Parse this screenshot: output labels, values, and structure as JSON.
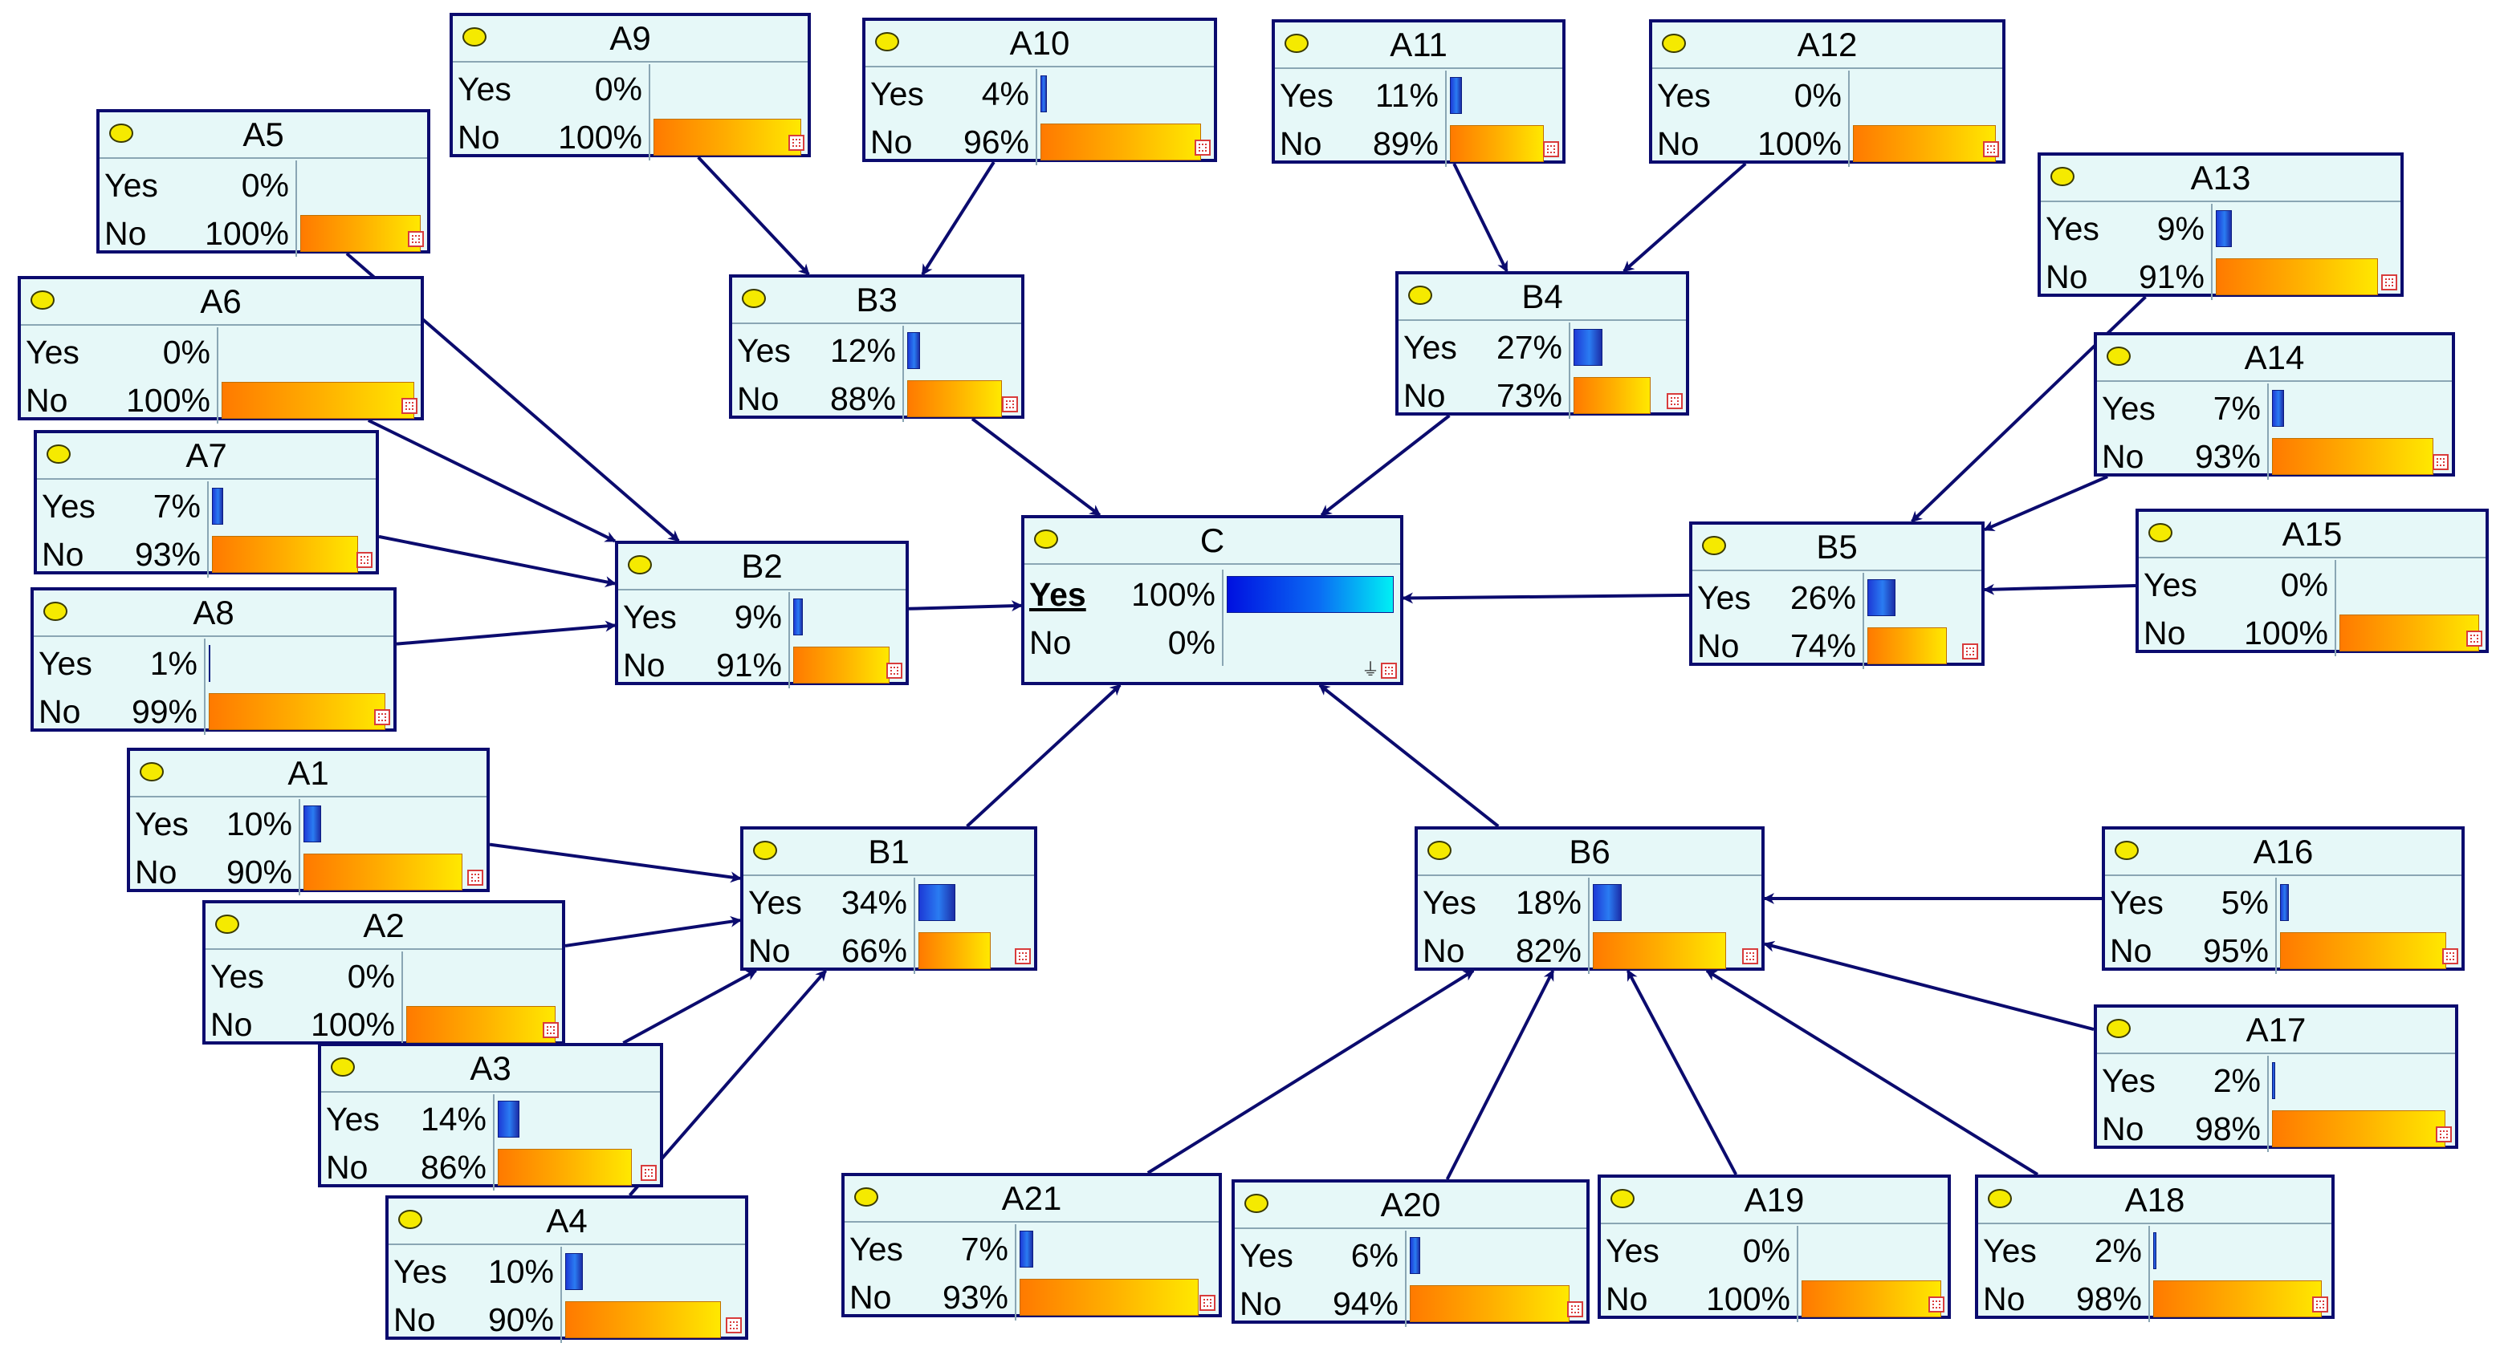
{
  "nodes": [
    {
      "id": "A1",
      "yes": "10%",
      "no": "90%",
      "yes_frac": 0.1,
      "no_frac": 0.9
    },
    {
      "id": "A2",
      "yes": "0%",
      "no": "100%",
      "yes_frac": 0.0,
      "no_frac": 1.0
    },
    {
      "id": "A3",
      "yes": "14%",
      "no": "86%",
      "yes_frac": 0.14,
      "no_frac": 0.86
    },
    {
      "id": "A4",
      "yes": "10%",
      "no": "90%",
      "yes_frac": 0.1,
      "no_frac": 0.9
    },
    {
      "id": "A5",
      "yes": "0%",
      "no": "100%",
      "yes_frac": 0.0,
      "no_frac": 1.0
    },
    {
      "id": "A6",
      "yes": "0%",
      "no": "100%",
      "yes_frac": 0.0,
      "no_frac": 1.0
    },
    {
      "id": "A7",
      "yes": "7%",
      "no": "93%",
      "yes_frac": 0.07,
      "no_frac": 0.93
    },
    {
      "id": "A8",
      "yes": "1%",
      "no": "99%",
      "yes_frac": 0.01,
      "no_frac": 0.99
    },
    {
      "id": "A9",
      "yes": "0%",
      "no": "100%",
      "yes_frac": 0.0,
      "no_frac": 1.0
    },
    {
      "id": "A10",
      "yes": "4%",
      "no": "96%",
      "yes_frac": 0.04,
      "no_frac": 0.96
    },
    {
      "id": "A11",
      "yes": "11%",
      "no": "89%",
      "yes_frac": 0.11,
      "no_frac": 0.89
    },
    {
      "id": "A12",
      "yes": "0%",
      "no": "100%",
      "yes_frac": 0.0,
      "no_frac": 1.0
    },
    {
      "id": "A13",
      "yes": "9%",
      "no": "91%",
      "yes_frac": 0.09,
      "no_frac": 0.91
    },
    {
      "id": "A14",
      "yes": "7%",
      "no": "93%",
      "yes_frac": 0.07,
      "no_frac": 0.93
    },
    {
      "id": "A15",
      "yes": "0%",
      "no": "100%",
      "yes_frac": 0.0,
      "no_frac": 1.0
    },
    {
      "id": "A16",
      "yes": "5%",
      "no": "95%",
      "yes_frac": 0.05,
      "no_frac": 0.95
    },
    {
      "id": "A17",
      "yes": "2%",
      "no": "98%",
      "yes_frac": 0.02,
      "no_frac": 0.98
    },
    {
      "id": "A18",
      "yes": "2%",
      "no": "98%",
      "yes_frac": 0.02,
      "no_frac": 0.98
    },
    {
      "id": "A19",
      "yes": "0%",
      "no": "100%",
      "yes_frac": 0.0,
      "no_frac": 1.0
    },
    {
      "id": "A20",
      "yes": "6%",
      "no": "94%",
      "yes_frac": 0.06,
      "no_frac": 0.94
    },
    {
      "id": "A21",
      "yes": "7%",
      "no": "93%",
      "yes_frac": 0.07,
      "no_frac": 0.93
    },
    {
      "id": "B1",
      "yes": "34%",
      "no": "66%",
      "yes_frac": 0.34,
      "no_frac": 0.66
    },
    {
      "id": "B2",
      "yes": "9%",
      "no": "91%",
      "yes_frac": 0.09,
      "no_frac": 0.91
    },
    {
      "id": "B3",
      "yes": "12%",
      "no": "88%",
      "yes_frac": 0.12,
      "no_frac": 0.88
    },
    {
      "id": "B4",
      "yes": "27%",
      "no": "73%",
      "yes_frac": 0.27,
      "no_frac": 0.73
    },
    {
      "id": "B5",
      "yes": "26%",
      "no": "74%",
      "yes_frac": 0.26,
      "no_frac": 0.74
    },
    {
      "id": "B6",
      "yes": "18%",
      "no": "82%",
      "yes_frac": 0.18,
      "no_frac": 0.82
    },
    {
      "id": "C",
      "yes": "100%",
      "no": "0%",
      "yes_frac": 1.0,
      "no_frac": 0.0,
      "evidence": "Yes"
    }
  ],
  "state_labels": {
    "yes": "Yes",
    "no": "No"
  },
  "edges": [
    [
      "A1",
      "B1"
    ],
    [
      "A2",
      "B1"
    ],
    [
      "A3",
      "B1"
    ],
    [
      "A4",
      "B1"
    ],
    [
      "A5",
      "B2"
    ],
    [
      "A6",
      "B2"
    ],
    [
      "A7",
      "B2"
    ],
    [
      "A8",
      "B2"
    ],
    [
      "A9",
      "B3"
    ],
    [
      "A10",
      "B3"
    ],
    [
      "A11",
      "B4"
    ],
    [
      "A12",
      "B4"
    ],
    [
      "A13",
      "B5"
    ],
    [
      "A14",
      "B5"
    ],
    [
      "A15",
      "B5"
    ],
    [
      "A16",
      "B6"
    ],
    [
      "A17",
      "B6"
    ],
    [
      "A18",
      "B6"
    ],
    [
      "A19",
      "B6"
    ],
    [
      "A20",
      "B6"
    ],
    [
      "A21",
      "B6"
    ],
    [
      "B1",
      "C"
    ],
    [
      "B2",
      "C"
    ],
    [
      "B3",
      "C"
    ],
    [
      "B4",
      "C"
    ],
    [
      "B5",
      "C"
    ],
    [
      "B6",
      "C"
    ]
  ],
  "colors": {
    "node_fill": "#e6f8f8",
    "node_border": "#0b0b6e",
    "edge": "#0b0b6e",
    "yes_bar": "#1d3ad6",
    "no_bar": "#ffae00",
    "indicator": "#f5ea00"
  },
  "icons": {
    "node_indicator": "yellow-oval-icon",
    "corner": "expand-icon",
    "evidence": "ground-icon"
  }
}
